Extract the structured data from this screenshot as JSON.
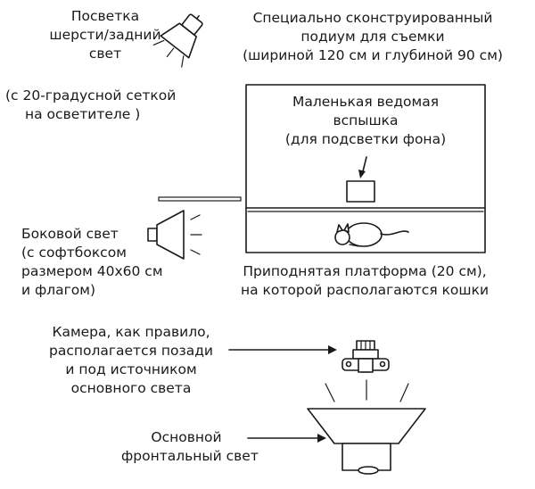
{
  "labels": {
    "rim_light": [
      "Посветка",
      "шерсти/задний",
      "свет",
      "(с 20-градусной сеткой",
      "на осветителе )"
    ],
    "podium": [
      "Специально сконструированный",
      "подиум для съемки",
      "(шириной 120 см и глубиной 90 см)"
    ],
    "small_flash": [
      "Маленькая ведомая",
      "вспышка",
      "(для подсветки фона)"
    ],
    "side_light": [
      "Боковой свет",
      "(с софтбоксом",
      "размером 40х60 см",
      "и флагом)"
    ],
    "platform": [
      "Приподнятая платформа (20 см),",
      "на которой располагаются кошки"
    ],
    "camera": [
      "Камера, как правило,",
      "располагается позади",
      "и под источником",
      "основного света"
    ],
    "main_light": [
      "Основной",
      "фронтальный свет"
    ]
  },
  "icons": {
    "rim_light": "spotlight-icon",
    "small_flash": "flash-box-icon",
    "side_light": "softbox-icon",
    "flag": "flag-bar-icon",
    "cat": "cat-icon",
    "camera": "camera-icon",
    "main_light": "main-light-icon"
  },
  "colors": {
    "ink": "#1a1a1a",
    "background": "#ffffff"
  }
}
